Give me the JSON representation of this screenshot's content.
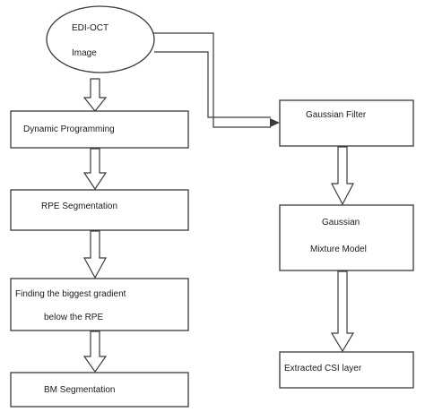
{
  "nodes": {
    "image": {
      "line1": "EDI-OCT",
      "line2": "Image"
    },
    "dynamic_programming": {
      "label": "Dynamic Programming"
    },
    "rpe_segmentation": {
      "label": "RPE Segmentation"
    },
    "biggest_gradient": {
      "line1": "Finding the biggest gradient",
      "line2": "below the RPE"
    },
    "bm_segmentation": {
      "label": "BM Segmentation"
    },
    "gaussian_filter": {
      "label": "Gaussian Filter"
    },
    "gaussian_mixture": {
      "line1": "Gaussian",
      "line2": "Mixture Model"
    },
    "csi_layer": {
      "label": "Extracted CSI layer"
    }
  }
}
